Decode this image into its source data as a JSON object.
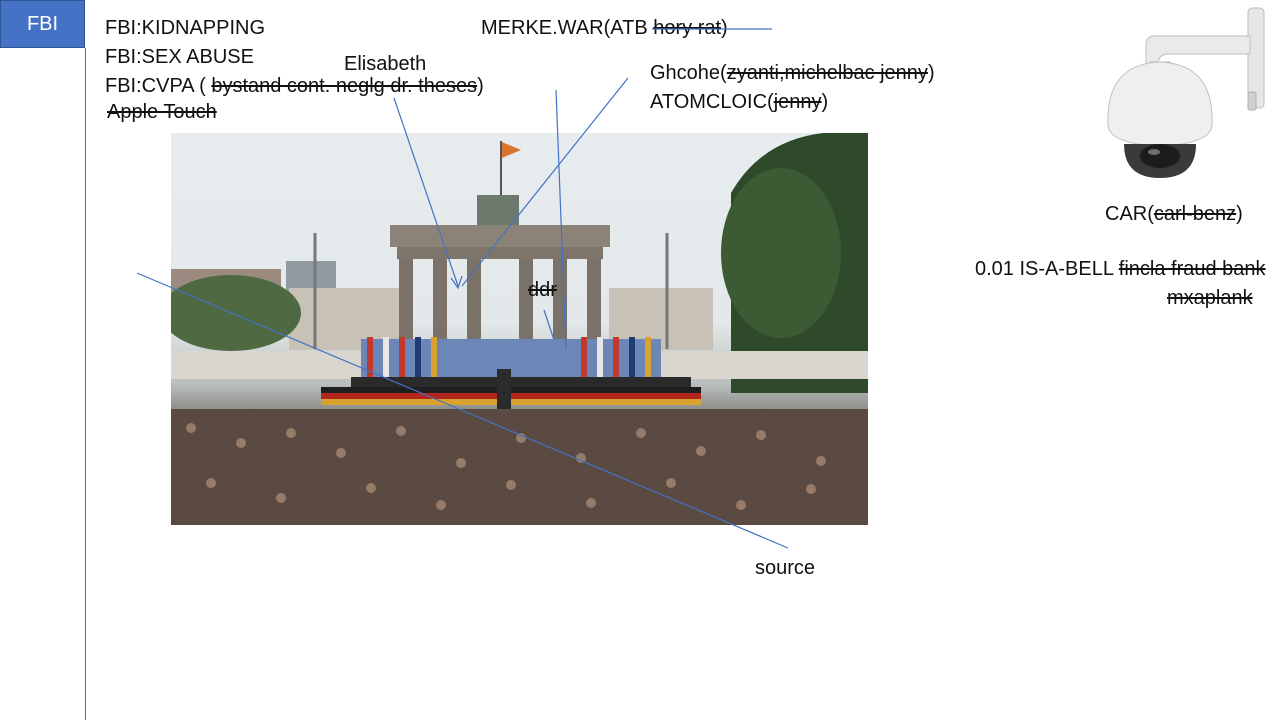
{
  "tag": {
    "label": "FBI"
  },
  "left_list": {
    "items": [
      "FBI:KIDNAPPING",
      "FBI:SEX ABUSE"
    ],
    "cvpa": {
      "prefix": "FBI:CVPA ( ",
      "struck": "bystand cont. neglg dr. theses",
      "suffix": ")"
    },
    "apple": "Apple Touch"
  },
  "merke": {
    "prefix": "MERKE.WAR(ATB ",
    "struck": "hory rat",
    "suffix": ")"
  },
  "elisabeth": "Elisabeth",
  "ghcohe": {
    "prefix": "Ghcohe(",
    "struck": "zyanti,michelbac jenny",
    "suffix": ")"
  },
  "atomcloic": {
    "prefix": "ATOMCLOIC(",
    "struck": "jenny",
    "suffix": ")"
  },
  "ddr": "ddr",
  "source": "source",
  "car": {
    "prefix": "CAR(",
    "struck": "carl-benz",
    "suffix": ")"
  },
  "bell": {
    "prefix": "0.01 IS-A-BELL ",
    "struck": "fincla fraud bank",
    "struck2": "mxaplank"
  },
  "colors": {
    "accent": "#4472c4",
    "connector": "#4472c4",
    "text": "#111111"
  },
  "icons": {
    "camera": "security-dome-camera-icon"
  }
}
